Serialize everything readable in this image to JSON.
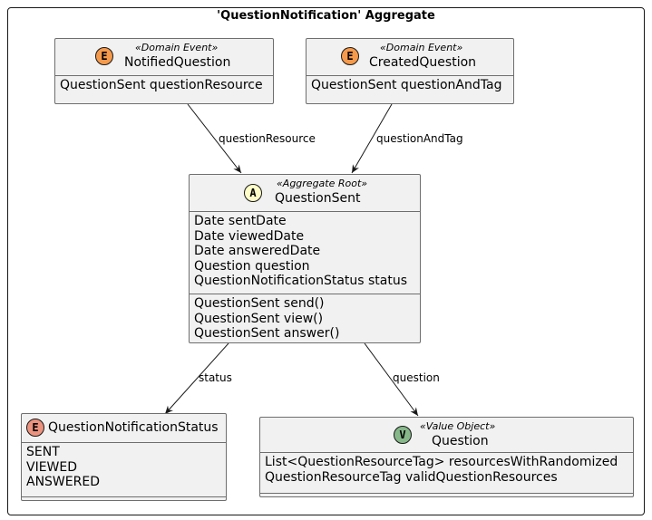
{
  "title": "'QuestionNotification' Aggregate",
  "colors": {
    "event": "#f59a4c",
    "aggregate_root": "#fefec8",
    "enum": "#eb937f",
    "value_object": "#86b889",
    "box_fill": "#f1f1f1"
  },
  "classes": {
    "notified_question": {
      "circle": "E",
      "stereotype": "«Domain Event»",
      "name": "NotifiedQuestion",
      "fields": [
        "QuestionSent questionResource"
      ]
    },
    "created_question": {
      "circle": "E",
      "stereotype": "«Domain Event»",
      "name": "CreatedQuestion",
      "fields": [
        "QuestionSent questionAndTag"
      ]
    },
    "question_sent": {
      "circle": "A",
      "stereotype": "«Aggregate Root»",
      "name": "QuestionSent",
      "fields": [
        "Date sentDate",
        "Date viewedDate",
        "Date answeredDate",
        "Question question",
        "QuestionNotificationStatus status"
      ],
      "methods": [
        "QuestionSent send()",
        "QuestionSent view()",
        "QuestionSent answer()"
      ]
    },
    "status_enum": {
      "circle": "E",
      "name": "QuestionNotificationStatus",
      "values": [
        "SENT",
        "VIEWED",
        "ANSWERED"
      ]
    },
    "question": {
      "circle": "V",
      "stereotype": "«Value Object»",
      "name": "Question",
      "fields": [
        "List<QuestionResourceTag> resourcesWithRandomized",
        "QuestionResourceTag validQuestionResources"
      ]
    }
  },
  "relations": [
    {
      "from": "NotifiedQuestion",
      "to": "QuestionSent",
      "label": "questionResource"
    },
    {
      "from": "CreatedQuestion",
      "to": "QuestionSent",
      "label": "questionAndTag"
    },
    {
      "from": "QuestionSent",
      "to": "QuestionNotificationStatus",
      "label": "status"
    },
    {
      "from": "QuestionSent",
      "to": "Question",
      "label": "question"
    }
  ]
}
